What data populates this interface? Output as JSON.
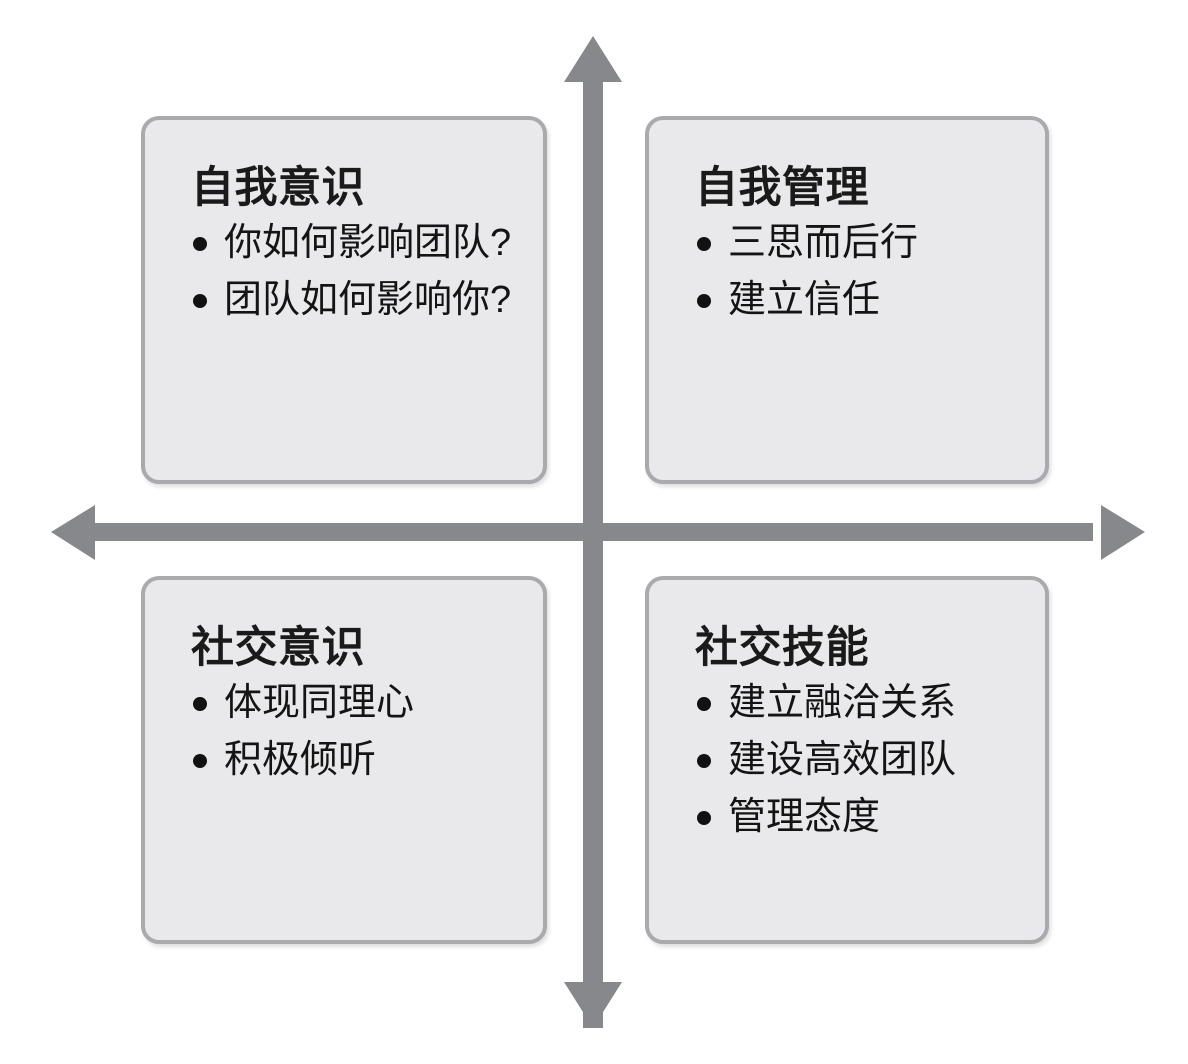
{
  "diagram": {
    "type": "two-axis-quadrant",
    "title": "",
    "background_color": "#ffffff",
    "axis_color": "#87888c",
    "box_fill_color": "#e9e9eb",
    "box_border_color": "#a9a9ae",
    "text_color": "#141414",
    "axes": {
      "vertical": {
        "up_arrow": "arrow-up",
        "down_arrow": "arrow-down",
        "label": ""
      },
      "horizontal": {
        "left_arrow": "arrow-left",
        "right_arrow": "arrow-right",
        "label": ""
      }
    },
    "quadrants": [
      {
        "position": "top-left",
        "title": "自我意识",
        "items": [
          "你如何影响团队?",
          "团队如何影响你?"
        ]
      },
      {
        "position": "top-right",
        "title": "自我管理",
        "items": [
          "三思而后行",
          "建立信任"
        ]
      },
      {
        "position": "bottom-left",
        "title": "社交意识",
        "items": [
          "体现同理心",
          "积极倾听"
        ]
      },
      {
        "position": "bottom-right",
        "title": "社交技能",
        "items": [
          "建立融洽关系",
          "建设高效团队",
          "管理态度"
        ]
      }
    ]
  }
}
